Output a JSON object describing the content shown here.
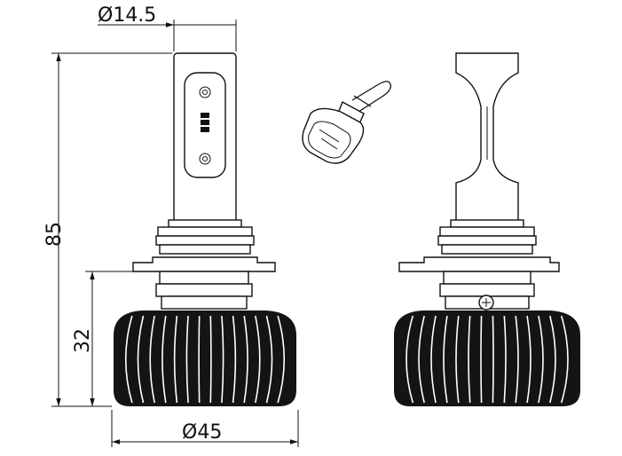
{
  "dimensions": {
    "top_diameter": "Ø14.5",
    "total_height": "85",
    "base_height": "32",
    "bottom_diameter": "Ø45"
  },
  "colors": {
    "line": "#111111",
    "heatsink": "#141414",
    "background": "#ffffff"
  }
}
